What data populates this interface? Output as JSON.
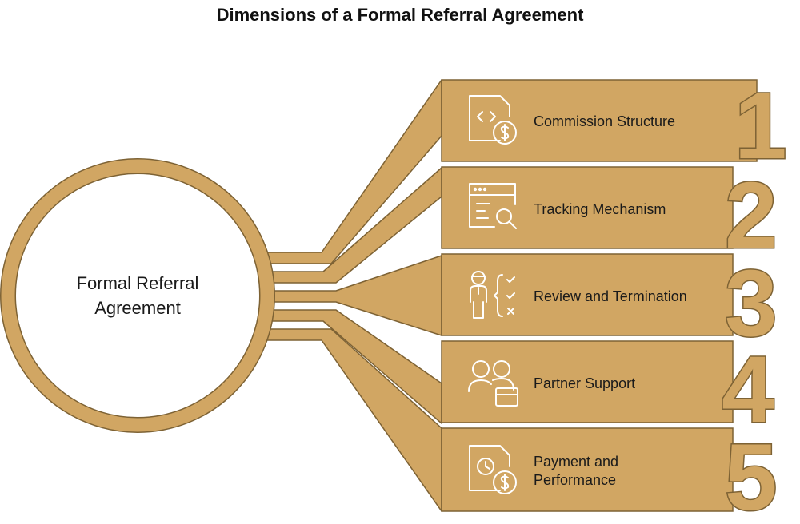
{
  "title": "Dimensions of a Formal Referral Agreement",
  "center": {
    "line1": "Formal Referral",
    "line2": "Agreement"
  },
  "colors": {
    "gold": "#d1a663",
    "outline": "#7d6234",
    "icon": "#ffffff"
  },
  "items": [
    {
      "number": "1",
      "lines": [
        "Commission Structure"
      ],
      "icon": "code-document-dollar-icon"
    },
    {
      "number": "2",
      "lines": [
        "Tracking Mechanism"
      ],
      "icon": "browser-magnifier-icon"
    },
    {
      "number": "3",
      "lines": [
        "Review and Termination"
      ],
      "icon": "person-checklist-icon"
    },
    {
      "number": "4",
      "lines": [
        "Partner Support"
      ],
      "icon": "users-card-icon"
    },
    {
      "number": "5",
      "lines": [
        "Payment and",
        "Performance"
      ],
      "icon": "clock-document-dollar-icon"
    }
  ]
}
